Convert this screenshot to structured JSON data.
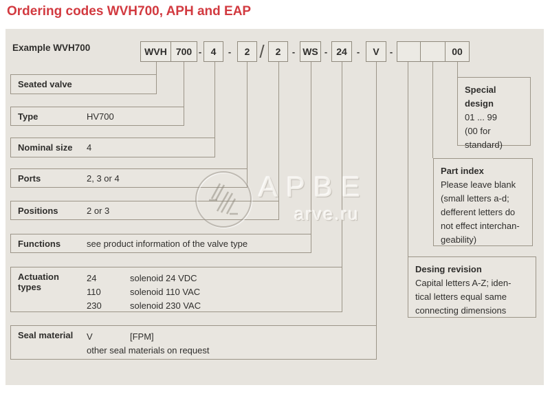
{
  "title": "Ordering codes WVH700, APH and EAP",
  "panel": {
    "example_label": "Example WVH700"
  },
  "code": {
    "items": [
      "WVH",
      "700",
      "4",
      "2",
      "2",
      "WS",
      "24",
      "V",
      "",
      "",
      "00"
    ],
    "separators": [
      "-",
      "-",
      "/",
      "-",
      "-",
      "-",
      "-"
    ]
  },
  "rows": [
    {
      "label": "Seated valve",
      "value": ""
    },
    {
      "label": "Type",
      "value": "HV700"
    },
    {
      "label": "Nominal size",
      "value": "4"
    },
    {
      "label": "Ports",
      "value": "2, 3 or 4"
    },
    {
      "label": "Positions",
      "value": "2 or 3"
    },
    {
      "label": "Functions",
      "value": "see product information of the valve type"
    },
    {
      "label": "Actuation\ntypes",
      "entries": [
        {
          "code": "24",
          "desc": "solenoid 24 VDC"
        },
        {
          "code": "110",
          "desc": "solenoid 110 VAC"
        },
        {
          "code": "230",
          "desc": "solenoid 230 VAC"
        }
      ]
    },
    {
      "label": "Seal material",
      "entries": [
        {
          "code": "V",
          "desc": "[FPM]"
        },
        {
          "code": "other seal materials on request",
          "desc": ""
        }
      ]
    }
  ],
  "right_boxes": [
    {
      "title": "Special design",
      "lines": [
        "01 ... 99",
        "(00 for",
        "standard)"
      ]
    },
    {
      "title": "Part index",
      "lines": [
        "Please leave blank",
        "(small letters a-d;",
        "defferent letters do",
        "not effect interchan-",
        "geability)"
      ]
    },
    {
      "title": "Desing revision",
      "lines": [
        "Capital letters A-Z; iden-",
        "tical letters equal same",
        "connecting dimensions"
      ]
    }
  ],
  "watermark": {
    "text_main": "АРВЕ",
    "text_sub": "arve.ru"
  }
}
